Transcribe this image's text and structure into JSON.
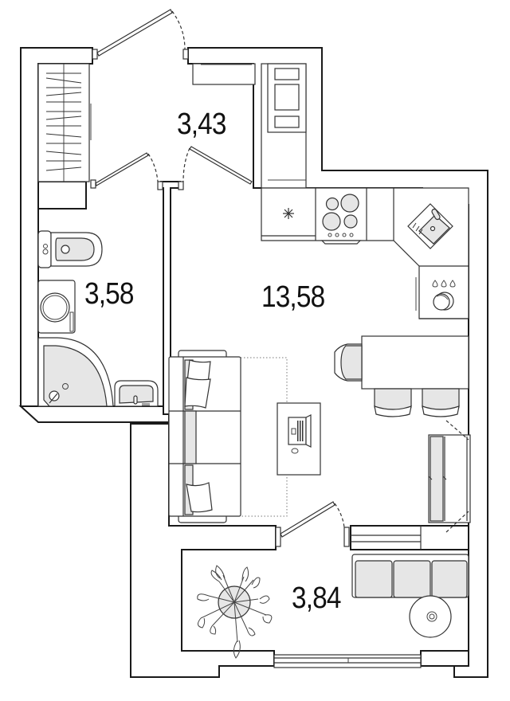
{
  "plan": {
    "rooms": [
      {
        "id": "hallway",
        "area": "3,43"
      },
      {
        "id": "bathroom",
        "area": "3,58"
      },
      {
        "id": "living-kitchen",
        "area": "13,58"
      },
      {
        "id": "balcony",
        "area": "3,84"
      }
    ],
    "colors": {
      "wall": "#1a1a1a",
      "fixture_fill": "#e6e6e6",
      "background": "#ffffff"
    }
  }
}
